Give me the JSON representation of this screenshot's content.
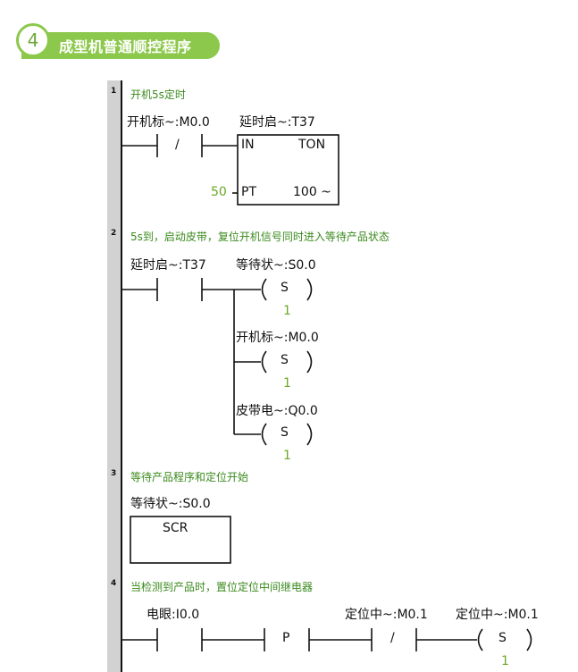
{
  "header": {
    "number": "4",
    "title": "成型机普通顺控程序"
  },
  "networks": [
    {
      "num": "1",
      "comment": "开机5s定时",
      "contact1": "开机标~:M0.0",
      "contact1_sym": "/",
      "timer_name": "延时启~:T37",
      "timer_in": "IN",
      "timer_type": "TON",
      "timer_pt_value": "50",
      "timer_pt": "PT",
      "timer_base": "100 ~"
    },
    {
      "num": "2",
      "comment": "5s到，启动皮带，复位开机信号同时进入等待产品状态",
      "contact1": "延时启~:T37",
      "coil1": "等待状~:S0.0",
      "coil2": "开机标~:M0.0",
      "coil3": "皮带电~:Q0.0",
      "coil_op": "S",
      "coil_n": "1"
    },
    {
      "num": "3",
      "comment": "等待产品程序和定位开始",
      "scr_name": "等待状~:S0.0",
      "scr_label": "SCR"
    },
    {
      "num": "4",
      "comment": "当检测到产品时，置位定位中间继电器",
      "contact1": "电眼:I0.0",
      "p_label": "P",
      "contact2": "定位中~:M0.1",
      "contact2_sym": "/",
      "coil1": "定位中~:M0.1",
      "coil_op": "S",
      "coil_n": "1"
    }
  ]
}
